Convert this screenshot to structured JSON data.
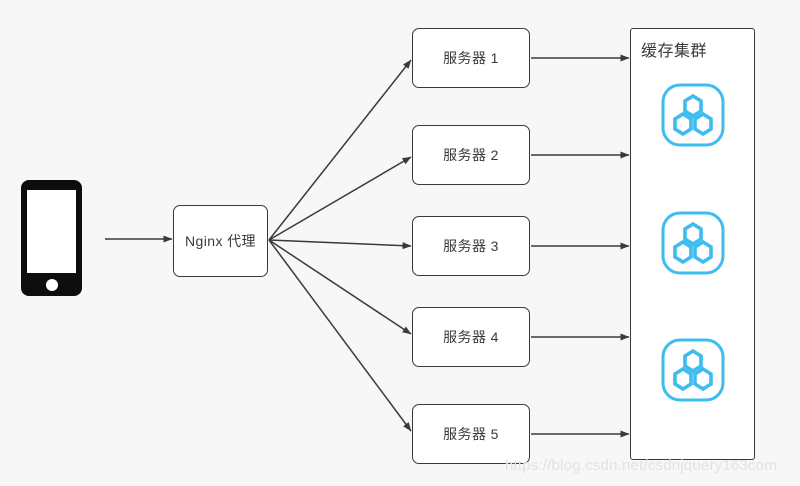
{
  "diagram": {
    "background_color": "#f7f7f7",
    "stroke_color": "#3a3a3a",
    "accent_color": "#3dbcf0",
    "client": {
      "icon": "smartphone-icon",
      "label": ""
    },
    "proxy": {
      "label": "Nginx 代理"
    },
    "servers": [
      {
        "label": "服务器 1"
      },
      {
        "label": "服务器 2"
      },
      {
        "label": "服务器 3"
      },
      {
        "label": "服务器 4"
      },
      {
        "label": "服务器 5"
      }
    ],
    "cluster": {
      "title": "缓存集群",
      "nodes": [
        {
          "icon": "cache-node-hexagons-icon"
        },
        {
          "icon": "cache-node-hexagons-icon"
        },
        {
          "icon": "cache-node-hexagons-icon"
        }
      ]
    },
    "watermark": "https://blog.csdn.net/csdnjquery163com"
  }
}
